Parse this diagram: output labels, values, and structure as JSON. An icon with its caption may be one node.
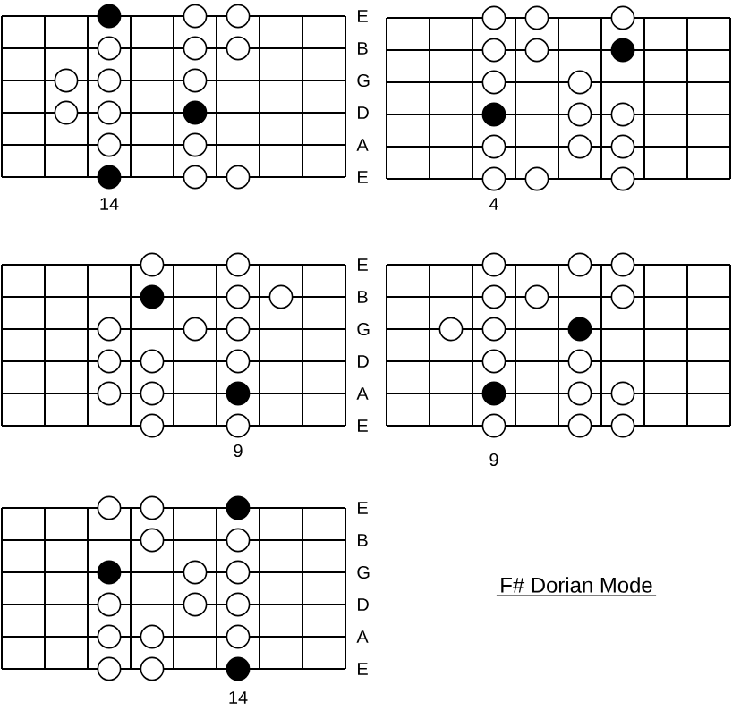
{
  "diagram": {
    "title": "F# Dorian Mode",
    "labels": [
      "E",
      "B",
      "G",
      "D",
      "A",
      "E",
      "14",
      "4",
      "E",
      "B",
      "G",
      "D",
      "A",
      "E",
      "9",
      "9",
      "E",
      "B",
      "G",
      "D",
      "A",
      "E",
      "14"
    ]
  }
}
